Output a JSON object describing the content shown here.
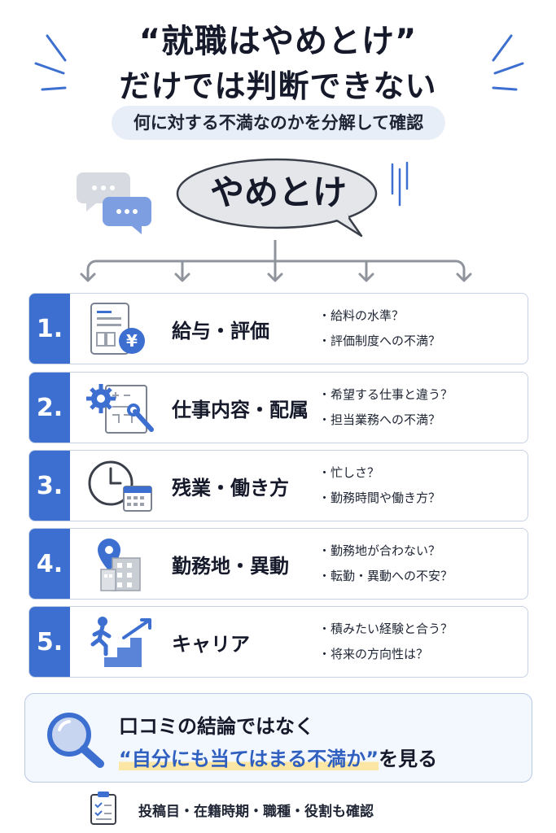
{
  "header": {
    "title_line1": "“就職はやめとけ”",
    "title_line2": "だけでは判断できない",
    "subtitle": "何に対する不満なのかを分解して確認"
  },
  "bubble": {
    "text": "やめとけ"
  },
  "items": [
    {
      "number": "1.",
      "label": "給与・評価",
      "icon": "salary-document-yen-icon",
      "points": [
        "・給料の水準？",
        "・評価制度への不満？"
      ]
    },
    {
      "number": "2.",
      "label": "仕事内容・配属",
      "icon": "gear-wrench-blueprint-icon",
      "points": [
        "・希望する仕事と違う？",
        "・担当業務への不満？"
      ]
    },
    {
      "number": "3.",
      "label": "残業・働き方",
      "icon": "clock-calendar-icon",
      "points": [
        "・忙しさ？",
        "・勤務時間や働き方？"
      ]
    },
    {
      "number": "4.",
      "label": "勤務地・異動",
      "icon": "location-pin-building-icon",
      "points": [
        "・勤務地が合わない？",
        "・転勤・異動への不安？"
      ]
    },
    {
      "number": "5.",
      "label": "キャリア",
      "icon": "person-climbing-stairs-icon",
      "points": [
        "・積みたい経験と合う？",
        "・将来の方向性は？"
      ]
    }
  ],
  "conclusion": {
    "line1": "口コミの結論ではなく",
    "line2_highlight": "“自分にも当てはまる不満か”",
    "line2_rest": "を見る"
  },
  "footer": {
    "text": "投稿目・在籍時期・職種・役割も確認"
  },
  "colors": {
    "accent": "#3c6fd0",
    "highlight": "#fbe7a3",
    "bubble_fill": "#e4e6ea"
  }
}
